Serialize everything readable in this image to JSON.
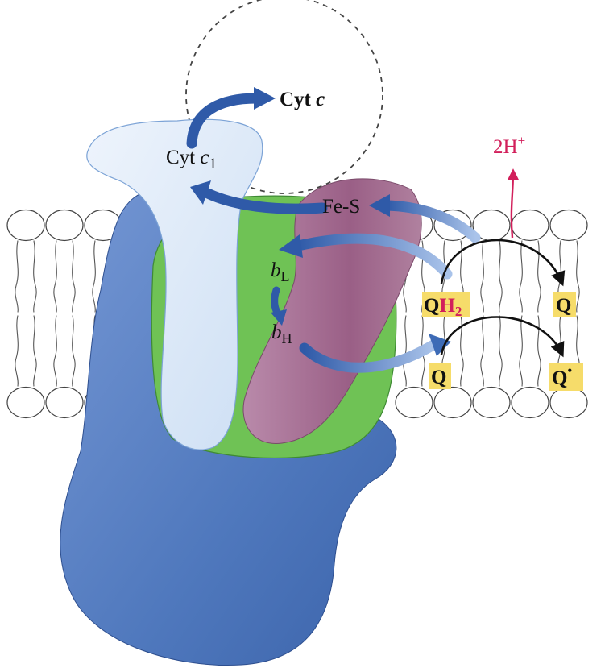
{
  "labels": {
    "cyt_c": "Cyt",
    "cyt_c_italic": "c",
    "cyt_c1": "Cyt",
    "cyt_c1_italic": "c",
    "cyt_c1_sub": "1",
    "fe_s": "Fe-S",
    "b_l_main": "b",
    "b_l_sub": "L",
    "b_h_main": "b",
    "b_h_sub": "H",
    "proton_count": "2H",
    "proton_sup": "+",
    "qh2_q": "Q",
    "qh2_h": "H",
    "qh2_sub": "2",
    "q_top": "Q",
    "q_bottom_left": "Q",
    "q_radical": "Q",
    "q_radical_dot": "•"
  },
  "colors": {
    "blue_subunit": "#4f78bd",
    "light_blue_subunit": "#dfeaf8",
    "green_subunit": "#6fc255",
    "purple_subunit": "#a26a8e",
    "arrow_blue": "#2f5aa8",
    "proton_magenta": "#d21f5b",
    "quinone_highlight": "#f6dc6a",
    "membrane_line": "#555555"
  }
}
